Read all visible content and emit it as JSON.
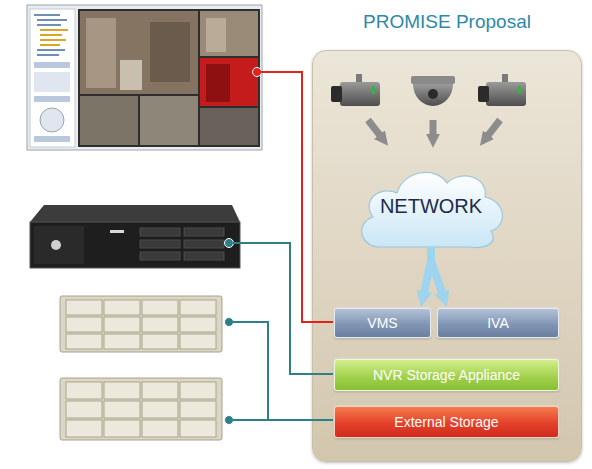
{
  "diagram": {
    "nodes": [
      {
        "text": [
          "PROMISE Proposal"
        ]
      },
      {
        "text": [
          "NETWORK"
        ],
        "in": 0
      },
      {
        "text": [
          "VMS"
        ],
        "in": 0
      },
      {
        "text": [
          "IVA"
        ],
        "in": 0
      },
      {
        "text": [
          "NVR Storage Appliance"
        ],
        "in": 0
      },
      {
        "text": [
          "External Storage"
        ],
        "in": 0
      }
    ],
    "edges": [
      {
        "from": 1,
        "to": 2,
        "arrow": "to"
      },
      {
        "from": 1,
        "to": 3,
        "arrow": "to"
      }
    ]
  }
}
